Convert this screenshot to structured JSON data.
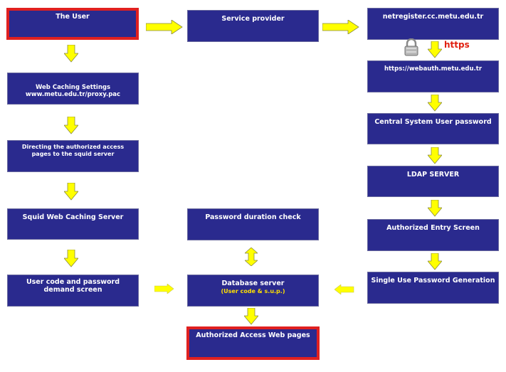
{
  "boxes": {
    "user": "The User",
    "service_provider": "Service provider",
    "netregister": "netregister.cc.metu.edu.tr",
    "webauth": "https://webauth.metu.edu.tr",
    "central_password": "Central System User password",
    "ldap": "LDAP SERVER",
    "authorized_entry": "Authorized Entry Screen",
    "single_use": "Single Use Password Generation",
    "web_caching": "Web Caching Settings\nwww.metu.edu.tr/proxy.pac",
    "directing": "Directing the authorized access pages to the squid server",
    "squid": "Squid Web Caching Server",
    "user_code": "User code and password demand screen",
    "password_duration": "Password duration check",
    "database": "Database server",
    "database_sub": "(User code & s.u.p.)",
    "authorized_access": "Authorized Access Web pages"
  },
  "labels": {
    "https": "https"
  },
  "icons": {
    "lock": "padlock-icon"
  },
  "colors": {
    "box": "#2a2a8e",
    "arrow": "#ffff00",
    "highlight": "#e02020",
    "https": "#e02010",
    "sub": "#ffe000"
  }
}
